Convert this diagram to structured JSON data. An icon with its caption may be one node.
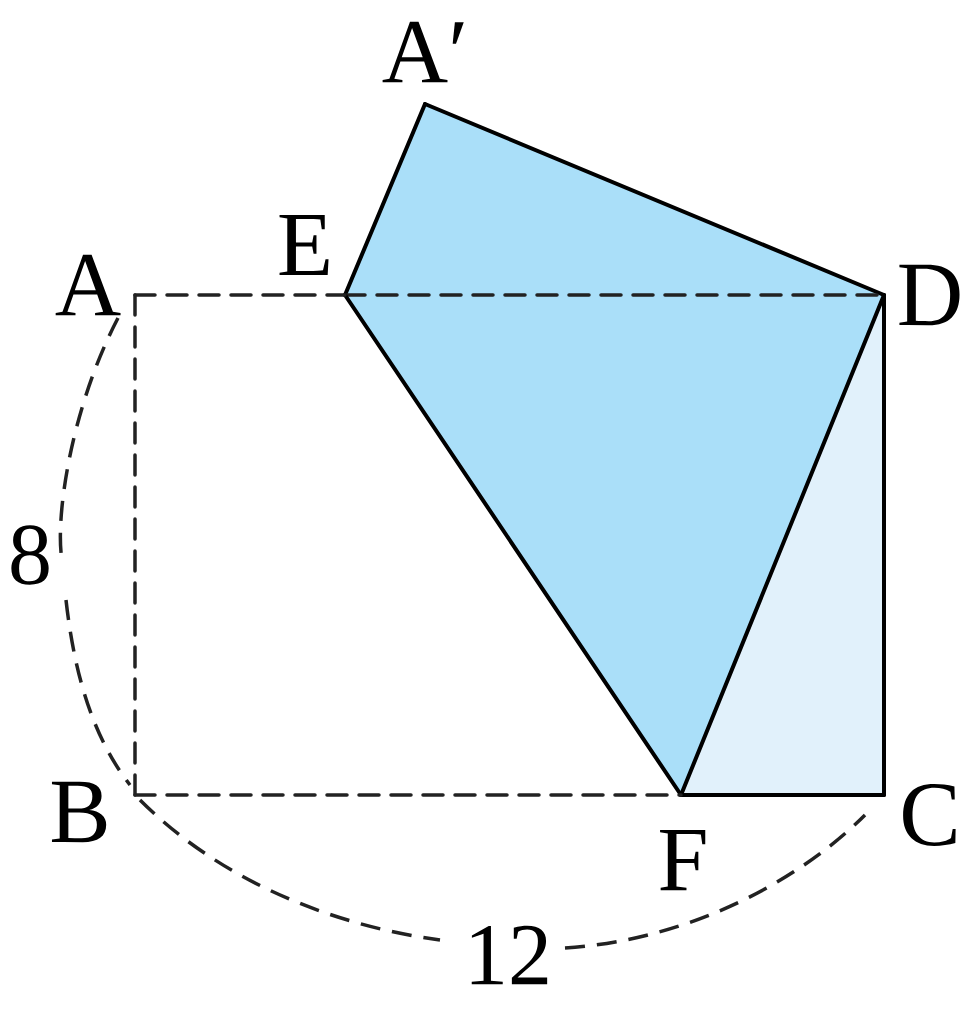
{
  "diagram": {
    "nodes": [
      {
        "text": [
          "A′"
        ]
      },
      {
        "text": [
          "E"
        ]
      },
      {
        "text": [
          "A"
        ]
      },
      {
        "text": [
          "D"
        ]
      },
      {
        "text": [
          "B"
        ]
      },
      {
        "text": [
          "F"
        ]
      },
      {
        "text": [
          "C"
        ]
      }
    ],
    "edges": [
      {
        "from": 0,
        "to": 1,
        "arrow": "none"
      },
      {
        "from": 0,
        "to": 3,
        "arrow": "none"
      },
      {
        "from": 1,
        "to": 3,
        "arrow": "none",
        "style": "dashed"
      },
      {
        "from": 1,
        "to": 5,
        "arrow": "none"
      },
      {
        "from": 5,
        "to": 3,
        "arrow": "none"
      },
      {
        "from": 3,
        "to": 6,
        "arrow": "none"
      },
      {
        "from": 5,
        "to": 6,
        "arrow": "none"
      },
      {
        "from": 2,
        "to": 1,
        "arrow": "none",
        "style": "dashed"
      },
      {
        "from": 2,
        "to": 4,
        "arrow": "none",
        "style": "dashed"
      },
      {
        "from": 4,
        "to": 5,
        "arrow": "none",
        "style": "dashed"
      }
    ],
    "labels": [
      "8",
      "12"
    ]
  }
}
